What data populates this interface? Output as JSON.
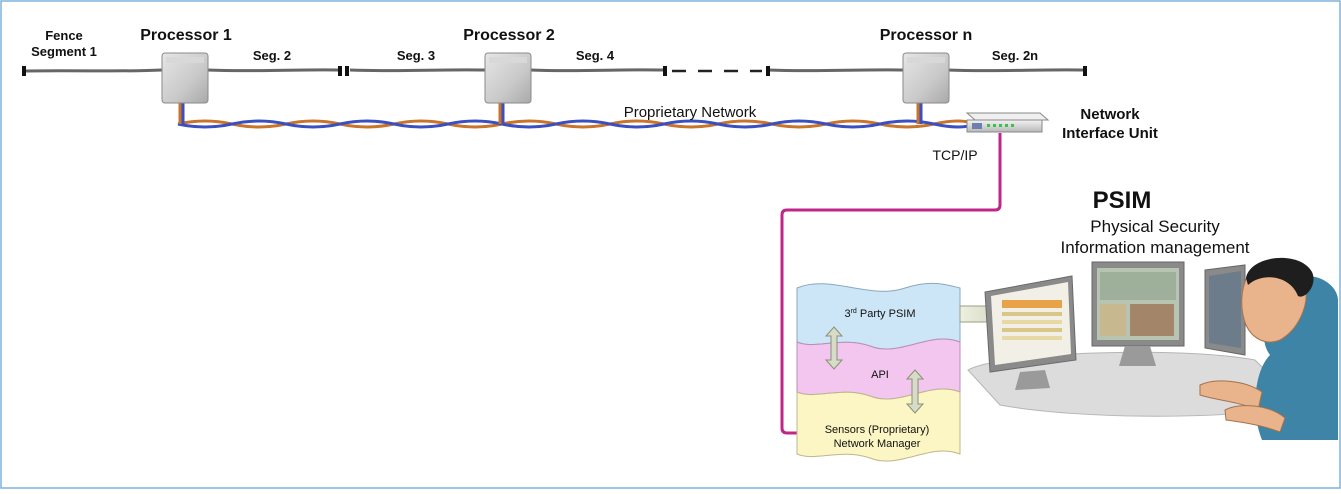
{
  "fence": {
    "seg1_line1": "Fence",
    "seg1_line2": "Segment 1",
    "seg2": "Seg. 2",
    "seg3": "Seg. 3",
    "seg4": "Seg. 4",
    "seg2n": "Seg. 2n"
  },
  "processors": {
    "p1": "Processor 1",
    "p2": "Processor 2",
    "pn": "Processor n"
  },
  "network": {
    "proprietary": "Proprietary Network",
    "niu_line1": "Network",
    "niu_line2": "Interface Unit",
    "tcpip": "TCP/IP"
  },
  "psim": {
    "title": "PSIM",
    "subtitle_line1": "Physical Security",
    "subtitle_line2": "Information management"
  },
  "stack": {
    "layer1_prefix": "3",
    "layer1_sup": "rd",
    "layer1_suffix": " Party PSIM",
    "layer2": "API",
    "layer3_line1": "Sensors (Proprietary)",
    "layer3_line2": "Network Manager"
  },
  "colors": {
    "border": "#7fb4dc",
    "fence_wire": "#555555",
    "network_blue": "#3a4fc0",
    "network_orange": "#c8742a",
    "tcp_line": "#c0268a",
    "layer1": "#cde6f7",
    "layer2": "#f2c6ee",
    "layer3": "#fbf6c4"
  }
}
